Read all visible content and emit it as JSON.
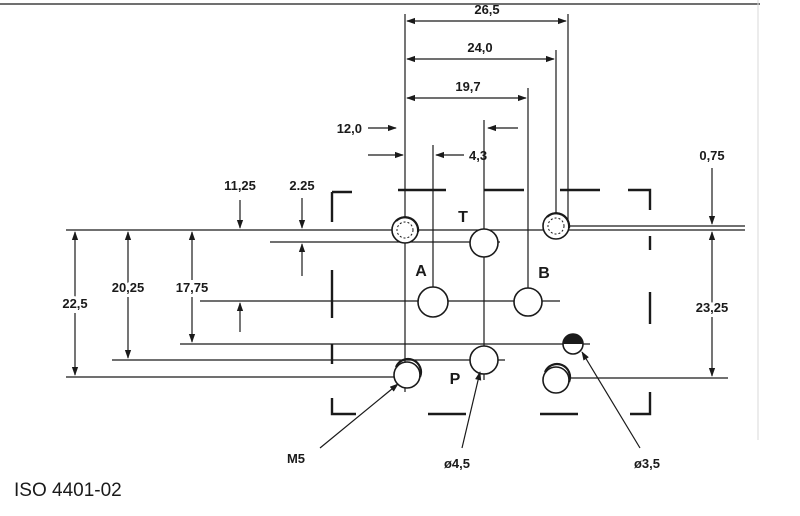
{
  "dimensions": {
    "d26_5": "26,5",
    "d24_0": "24,0",
    "d19_7": "19,7",
    "d12_0": "12,0",
    "d4_3": "4,3",
    "d0_75": "0,75",
    "d11_25": "11,25",
    "d2_25": "2.25",
    "d22_5": "22,5",
    "d20_25": "20,25",
    "d17_75": "17,75",
    "d23_25": "23,25"
  },
  "ports": {
    "t": "T",
    "a": "A",
    "b": "B",
    "p": "P"
  },
  "callouts": {
    "thread": "M5",
    "port_dia": "ø4,5",
    "pin_dia": "ø3,5"
  },
  "caption": "ISO 4401-02",
  "colors": {
    "ink": "#1a1a1a",
    "background": "#ffffff"
  }
}
